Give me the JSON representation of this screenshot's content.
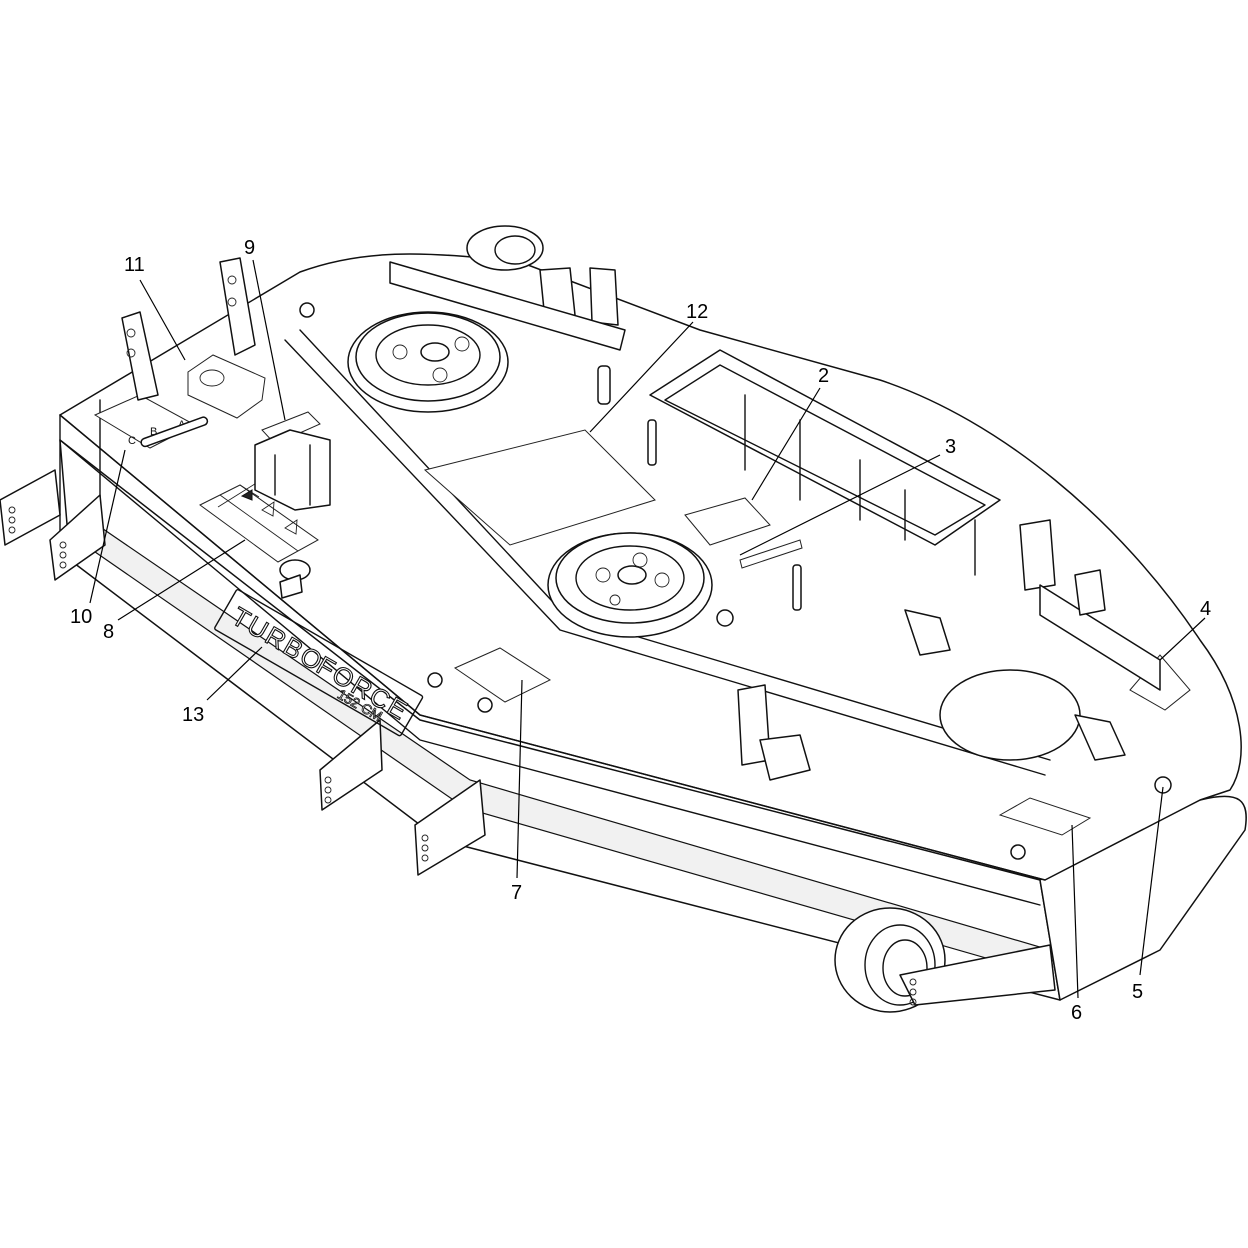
{
  "callouts": [
    {
      "id": "2",
      "label": "2"
    },
    {
      "id": "3",
      "label": "3"
    },
    {
      "id": "4",
      "label": "4"
    },
    {
      "id": "5",
      "label": "5"
    },
    {
      "id": "6",
      "label": "6"
    },
    {
      "id": "7",
      "label": "7"
    },
    {
      "id": "8",
      "label": "8"
    },
    {
      "id": "9",
      "label": "9"
    },
    {
      "id": "10",
      "label": "10"
    },
    {
      "id": "11",
      "label": "11"
    },
    {
      "id": "12",
      "label": "12"
    },
    {
      "id": "13",
      "label": "13"
    }
  ],
  "deck_lettering": {
    "brand_word_1": "TURBO",
    "brand_word_2": "FORCE",
    "size": "152 CM"
  },
  "height_marks": [
    "A",
    "B",
    "C"
  ]
}
